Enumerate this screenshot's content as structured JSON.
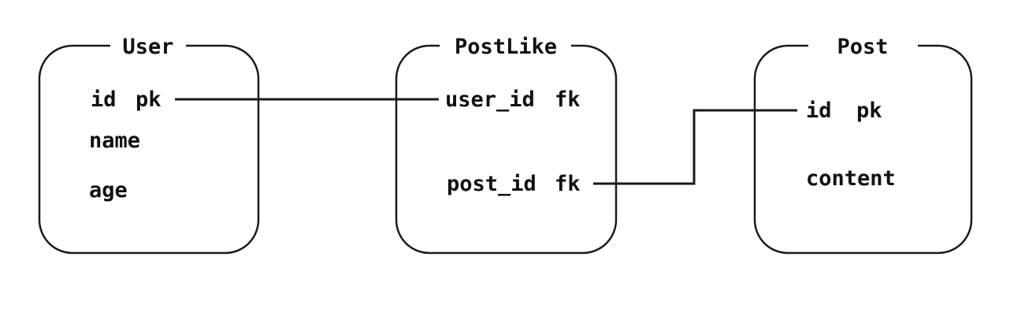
{
  "diagram": {
    "type": "entity-relationship",
    "colors": {
      "stroke": "#1a1a1a",
      "text": "#111111",
      "background": "#ffffff"
    },
    "entities": [
      {
        "name": "User",
        "fields": [
          {
            "label": "id",
            "tag": "pk"
          },
          {
            "label": "name",
            "tag": ""
          },
          {
            "label": "age",
            "tag": ""
          }
        ]
      },
      {
        "name": "PostLike",
        "fields": [
          {
            "label": "user_id",
            "tag": "fk"
          },
          {
            "label": "post_id",
            "tag": "fk"
          }
        ]
      },
      {
        "name": "Post",
        "fields": [
          {
            "label": "id",
            "tag": "pk"
          },
          {
            "label": "content",
            "tag": ""
          }
        ]
      }
    ],
    "relations": [
      {
        "from": "User.id (pk)",
        "to": "PostLike.user_id (fk)",
        "shape": "straight"
      },
      {
        "from": "PostLike.post_id (fk)",
        "to": "Post.id (pk)",
        "shape": "stepped"
      }
    ]
  }
}
